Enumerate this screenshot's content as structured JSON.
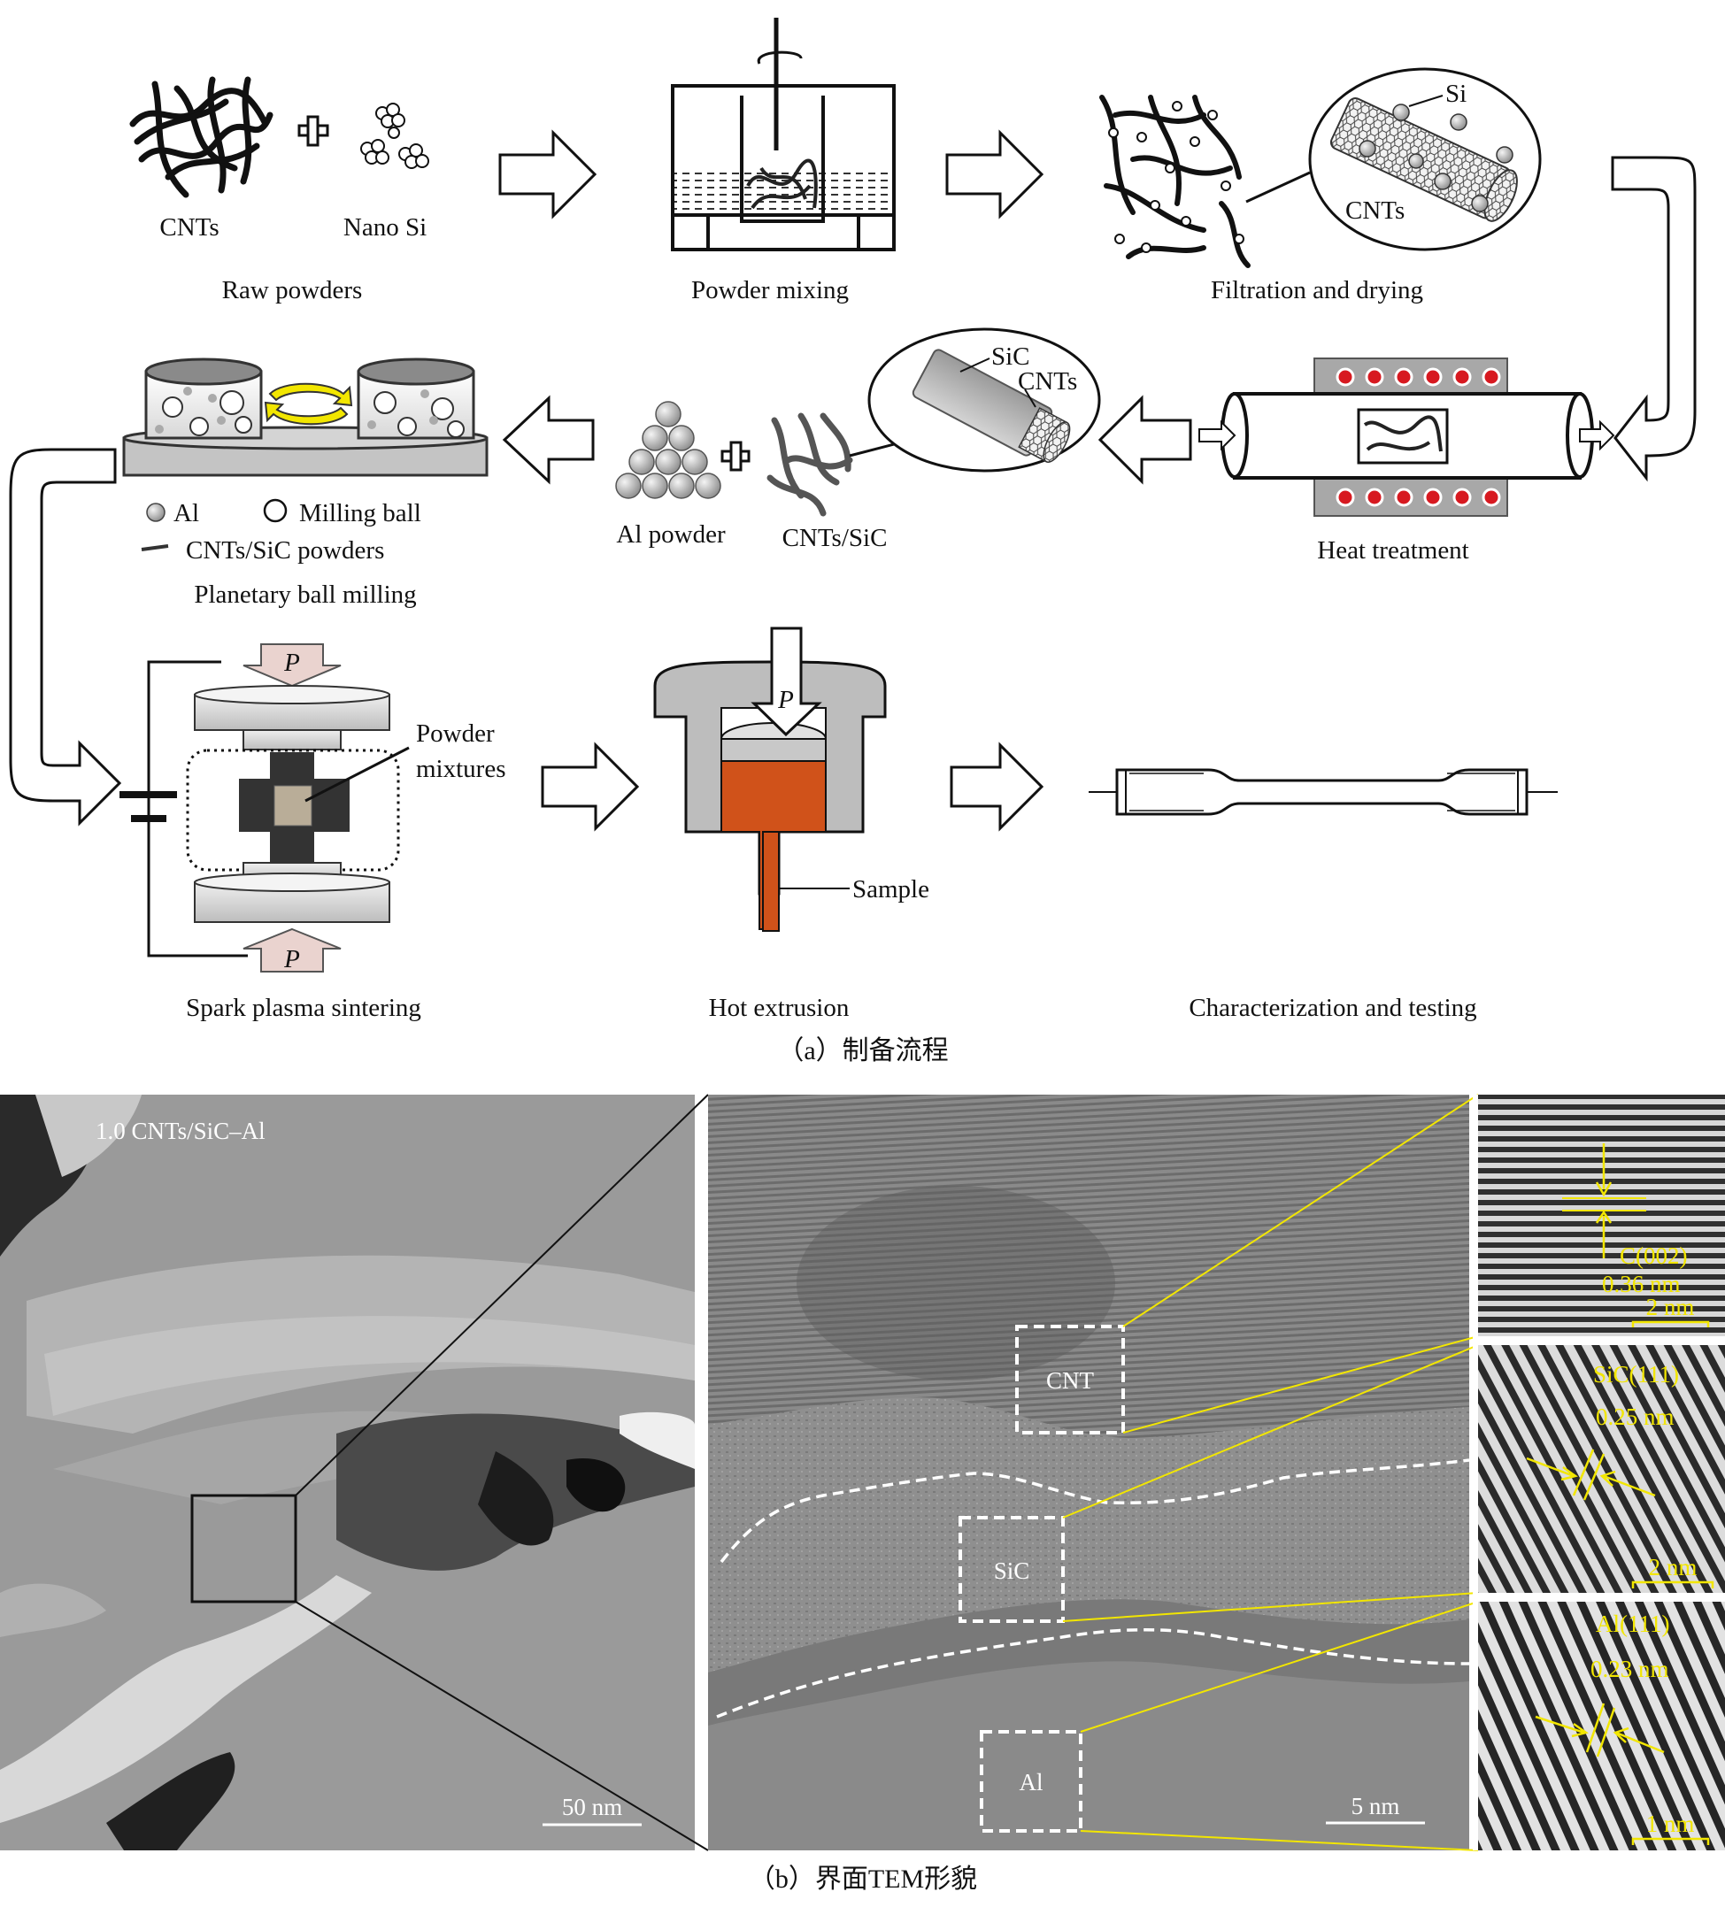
{
  "panel_a": {
    "raw": {
      "cnts": "CNTs",
      "nano_si": "Nano Si",
      "caption": "Raw powders"
    },
    "mixing": {
      "caption": "Powder mixing"
    },
    "filtration": {
      "si": "Si",
      "cnts": "CNTs",
      "caption": "Filtration and drying"
    },
    "heat": {
      "caption": "Heat treatment"
    },
    "composite": {
      "sic": "SiC",
      "cnts": "CNTs",
      "al_powder": "Al powder",
      "cnts_sic": "CNTs/SiC"
    },
    "milling": {
      "legend_al": "Al",
      "legend_ball": "Milling ball",
      "legend_powder": "CNTs/SiC powders",
      "caption": "Planetary ball milling"
    },
    "sps": {
      "p": "P",
      "powder": "Powder",
      "mixtures": "mixtures",
      "caption": "Spark plasma sintering"
    },
    "extrusion": {
      "p": "P",
      "sample": "Sample",
      "caption": "Hot extrusion"
    },
    "testing": {
      "caption": "Characterization and testing"
    },
    "panel_caption": "（a）制备流程"
  },
  "panel_b": {
    "overview_label": "1.0 CNTs/SiC–Al",
    "overview_scale": "50 nm",
    "region_cnt": "CNT",
    "region_sic": "SiC",
    "region_al": "Al",
    "hrtem_scale": "5 nm",
    "inset_c_plane": "C(002)",
    "inset_c_spacing": "0.36 nm",
    "inset_c_scale": "2 nm",
    "inset_sic_plane": "SiC(111)",
    "inset_sic_spacing": "0.25 nm",
    "inset_sic_scale": "2 nm",
    "inset_al_plane": "Al(111)",
    "inset_al_spacing": "0.23 nm",
    "inset_al_scale": "1 nm",
    "panel_caption": "（b）界面TEM形貌"
  },
  "colors": {
    "outline": "#111111",
    "copper": "#d0521a",
    "heater_red": "#d71920",
    "heater_block": "#a8a8a8",
    "yellow": "#f2e600",
    "tem_bg": "#8e8e8e",
    "arrow_fill": "#ffffff",
    "pressure_arrow": "#ead3cf"
  }
}
